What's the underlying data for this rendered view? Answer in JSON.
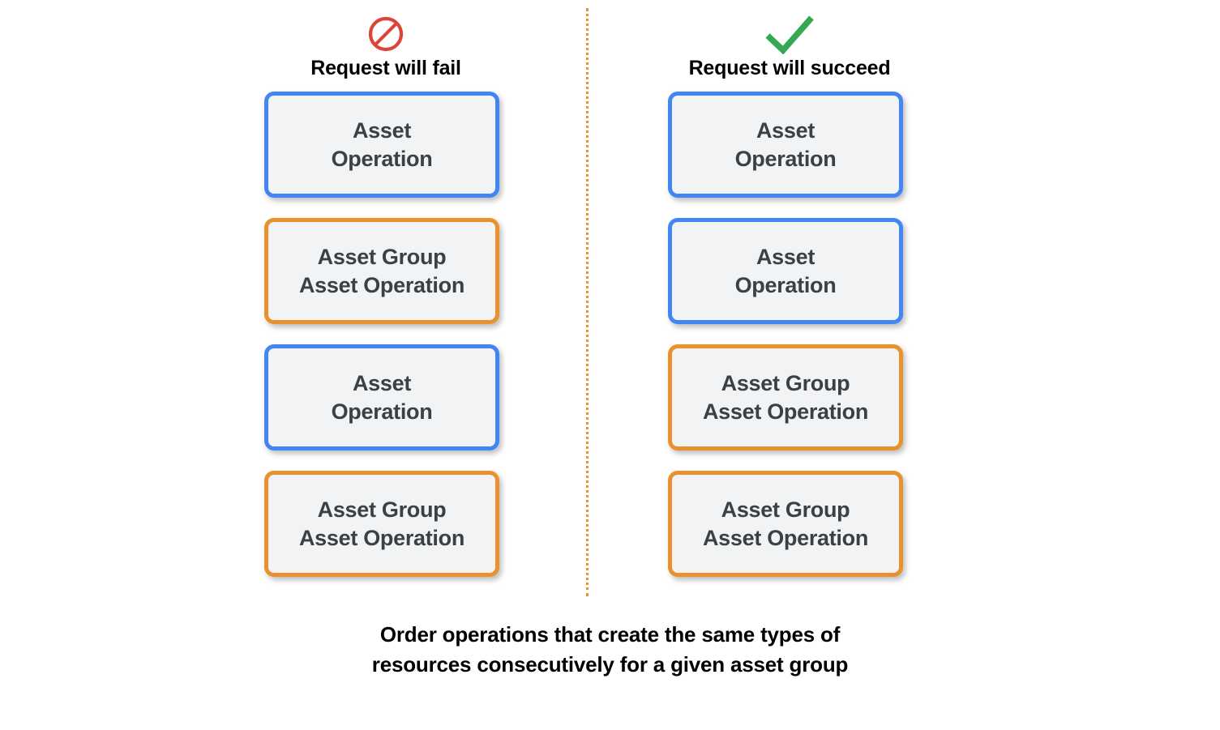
{
  "colors": {
    "blue_border": "#4285F4",
    "orange_border": "#E8912D",
    "box_fill": "#F1F3F4",
    "box_text": "#3C4043",
    "fail_icon": "#DB4437",
    "success_icon": "#34A853",
    "divider": "#E8912D",
    "background": "#FFFFFF",
    "heading_text": "#000000"
  },
  "columns": [
    {
      "id": "fail",
      "icon": "prohibition-icon",
      "title": "Request will fail",
      "boxes": [
        {
          "type": "asset-operation",
          "color": "blue",
          "label": "Asset\nOperation"
        },
        {
          "type": "asset-group-asset-operation",
          "color": "orange",
          "label": "Asset Group\nAsset Operation"
        },
        {
          "type": "asset-operation",
          "color": "blue",
          "label": "Asset\nOperation"
        },
        {
          "type": "asset-group-asset-operation",
          "color": "orange",
          "label": "Asset Group\nAsset Operation"
        }
      ]
    },
    {
      "id": "succeed",
      "icon": "checkmark-icon",
      "title": "Request will succeed",
      "boxes": [
        {
          "type": "asset-operation",
          "color": "blue",
          "label": "Asset\nOperation"
        },
        {
          "type": "asset-operation",
          "color": "blue",
          "label": "Asset\nOperation"
        },
        {
          "type": "asset-group-asset-operation",
          "color": "orange",
          "label": "Asset Group\nAsset Operation"
        },
        {
          "type": "asset-group-asset-operation",
          "color": "orange",
          "label": "Asset Group\nAsset Operation"
        }
      ]
    }
  ],
  "caption": "Order operations that create the same types of\nresources consecutively for a given asset group"
}
